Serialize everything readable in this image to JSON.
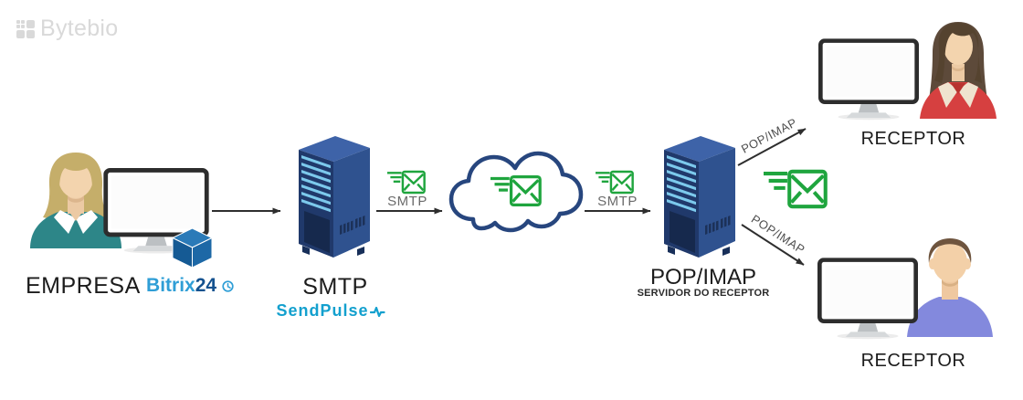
{
  "brand": {
    "name": "Bytebio"
  },
  "empresa": {
    "label": "EMPRESA",
    "app_name_part1": "Bitrix",
    "app_name_part2": "24"
  },
  "smtp_server": {
    "label": "SMTP",
    "provider": "SendPulse"
  },
  "flow": {
    "smtp_out_label": "SMTP",
    "smtp_in_label": "SMTP",
    "pop_imap_arrow_top": "POP/IMAP",
    "pop_imap_arrow_bottom": "POP/IMAP"
  },
  "pop_server": {
    "label": "POP/IMAP",
    "sublabel": "SERVIDOR DO RECEPTOR"
  },
  "receptor_top": {
    "label": "RECEPTOR"
  },
  "receptor_bottom": {
    "label": "RECEPTOR"
  },
  "colors": {
    "email_green": "#1fa53e",
    "cloud_outline": "#27467e",
    "server_left": "#20396b",
    "server_right": "#2f528f",
    "server_top": "#3e63a8",
    "server_slats": "#7cc9ec",
    "sendpulse_teal": "#13a0ce",
    "bitrix_light_blue": "#2f9ed6",
    "bitrix_dark_blue": "#14528f",
    "arrow": "#2e2e2e",
    "flow_label_gray": "#6b6b6b",
    "empresa_shirt_teal": "#2d8688",
    "receptor_jacket_red": "#d64040",
    "receptor_shirt_purple": "#8389dd",
    "logo_gray": "#d9d9d9"
  },
  "icons": {
    "logo": "bytebio-grid-icon",
    "mail": "envelope-with-speed-lines-icon",
    "network": "cloud-icon",
    "servers": "server-tower-icon",
    "app": "bitrix-cube-icon, clock-icon",
    "provider": "pulse-icon",
    "people": "person-avatar-icon",
    "display": "monitor-icon"
  }
}
